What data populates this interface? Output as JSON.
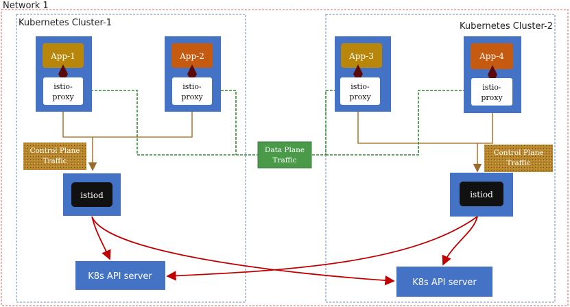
{
  "network": {
    "label": "Network 1"
  },
  "clusters": [
    {
      "label": "Kubernetes Cluster-1"
    },
    {
      "label": "Kubernetes Cluster-2"
    }
  ],
  "apps": [
    {
      "label": "App-1",
      "proxy_line1": "istio-",
      "proxy_line2": "proxy"
    },
    {
      "label": "App-2",
      "proxy_line1": "istio-",
      "proxy_line2": "proxy"
    },
    {
      "label": "App-3",
      "proxy_line1": "istio-",
      "proxy_line2": "proxy"
    },
    {
      "label": "App-4",
      "proxy_line1": "istio-",
      "proxy_line2": "proxy"
    }
  ],
  "istiod": [
    {
      "label": "istiod"
    },
    {
      "label": "istiod"
    }
  ],
  "control_plane_traffic": {
    "line1": "Control Plane",
    "line2": "Traffic"
  },
  "data_plane_traffic": {
    "line1": "Data Plane",
    "line2": "Traffic"
  },
  "api_servers": [
    {
      "label": "K8s API server"
    },
    {
      "label": "K8s API server"
    }
  ],
  "colors": {
    "network_border": "#e06060",
    "cluster_border": "#6a8ab0",
    "pod_blue": "#4472c4",
    "app_gold": "#b8860b",
    "app_orange": "#c55a11",
    "proxy_bg": "#ffffff",
    "istiod_bg": "#111111",
    "control_line": "#b07a3a",
    "data_line": "#2e8b2e",
    "api_line": "#c00000",
    "data_plane_box": "#4a9a4a",
    "control_plane_box": "#b8862b"
  }
}
